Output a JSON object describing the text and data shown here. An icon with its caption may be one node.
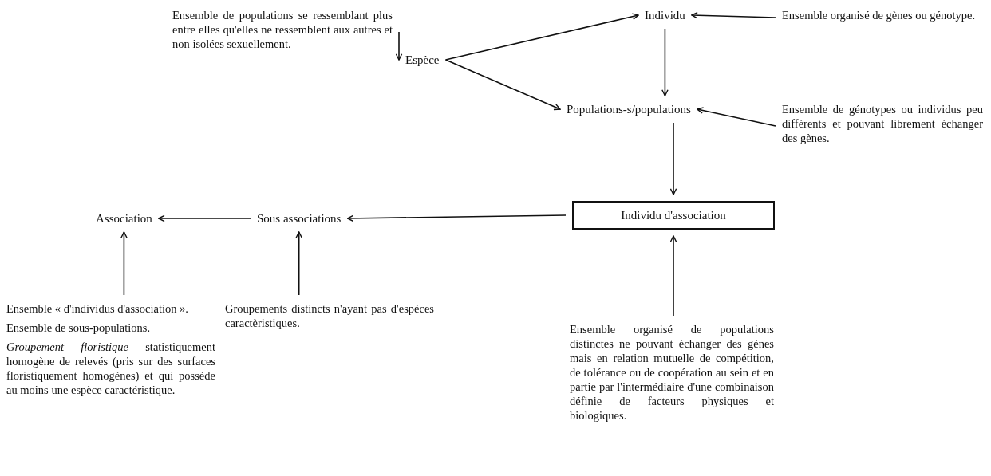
{
  "diagram": {
    "nodes": [
      {
        "text": [
          "Ensemble de populations se ressemblant plus entre elles qu'elles ne ressemblent aux autres et non isolées sexuellement."
        ]
      },
      {
        "text": [
          "Espèce"
        ]
      },
      {
        "text": [
          "Individu"
        ]
      },
      {
        "text": [
          "Ensemble organisé de gènes ou génotype."
        ]
      },
      {
        "text": [
          "Populations-s/populations"
        ]
      },
      {
        "text": [
          "Ensemble de génotypes ou individus peu différents et pouvant librement échanger des gènes."
        ]
      },
      {
        "text": [
          "Individu d'association"
        ]
      },
      {
        "text": [
          "Association"
        ]
      },
      {
        "text": [
          "Sous associations"
        ]
      },
      {
        "text": [
          "Ensemble « d'individus d'association ».",
          "Ensemble de sous-populations.",
          "*Groupement floristique* statistiquement homogène de relevés (pris sur des surfaces floristiquement homogènes) et qui possède au moins une espèce caractéristique."
        ]
      },
      {
        "text": [
          "Groupements distincts n'ayant pas d'espèces caractèristiques."
        ]
      },
      {
        "text": [
          "Ensemble organisé de populations distinctes ne pouvant échanger des gènes mais en relation mutuelle de compétition, de tolérance ou de coopération au sein et en partie par l'intermédiaire d'une combinaison définie de facteurs physiques et biologiques."
        ]
      }
    ],
    "edges": [
      {
        "from": 0,
        "to": 1,
        "arrow": "to"
      },
      {
        "from": 1,
        "to": 2,
        "arrow": "to"
      },
      {
        "from": 1,
        "to": 4,
        "arrow": "to"
      },
      {
        "from": 3,
        "to": 2,
        "arrow": "to"
      },
      {
        "from": 2,
        "to": 4,
        "arrow": "to"
      },
      {
        "from": 5,
        "to": 4,
        "arrow": "to"
      },
      {
        "from": 4,
        "to": 6,
        "arrow": "to"
      },
      {
        "from": 6,
        "to": 8,
        "arrow": "to"
      },
      {
        "from": 8,
        "to": 7,
        "arrow": "to"
      },
      {
        "from": 9,
        "to": 7,
        "arrow": "to"
      },
      {
        "from": 10,
        "to": 8,
        "arrow": "to"
      },
      {
        "from": 11,
        "to": 6,
        "arrow": "to"
      }
    ]
  }
}
